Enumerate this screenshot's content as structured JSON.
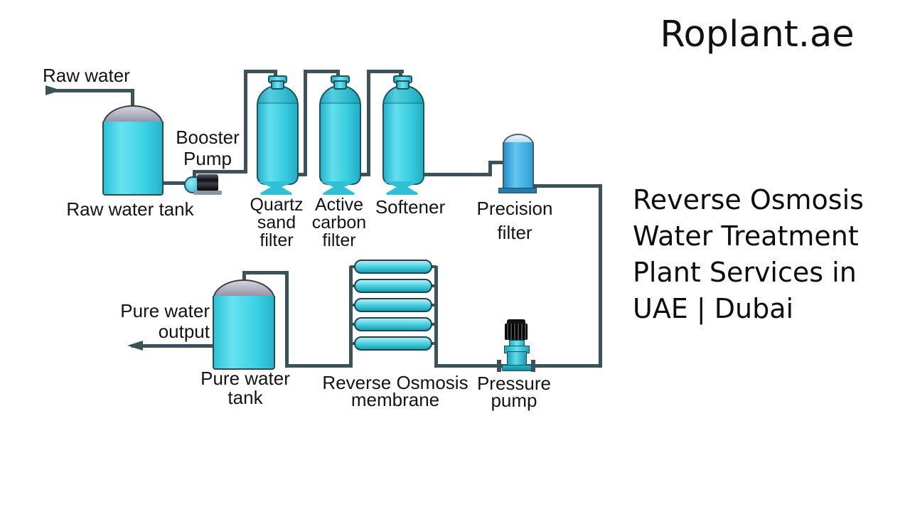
{
  "brand": {
    "title": "Roplant.ae"
  },
  "headline": {
    "text": "Reverse Osmosis\nWater Treatment\nPlant Services in\nUAE | Dubai"
  },
  "diagram": {
    "labels": {
      "raw_water": "Raw water",
      "raw_water_tank": "Raw water tank",
      "booster_pump": "Booster\nPump",
      "quartz_sand_filter": "Quartz\nsand\nfilter",
      "active_carbon_filter": "Active\ncarbon\nfilter",
      "softener": "Softener",
      "precision_filter": "Precision\nfilter",
      "pure_water_output": "Pure water\noutput",
      "pure_water_tank": "Pure water\ntank",
      "reverse_osmosis_membrane": "Reverse Osmosis\nmembrane",
      "pressure_pump": "Pressure\npump"
    },
    "flow_order": [
      "Raw water",
      "Raw water tank",
      "Booster Pump",
      "Quartz sand filter",
      "Active carbon filter",
      "Softener",
      "Precision filter",
      "Pressure pump",
      "Reverse Osmosis membrane",
      "Pure water tank",
      "Pure water output"
    ],
    "membrane_tube_count": 5,
    "colors": {
      "vessel_cyan": "#3ecfe2",
      "precision_filter_blue": "#2e9fd8",
      "pipe": "#3b5258",
      "tank_dome_gray": "#a9a9bc",
      "pump_motor_dark": "#1a1a1a",
      "text": "#141414",
      "background": "#ffffff"
    }
  }
}
